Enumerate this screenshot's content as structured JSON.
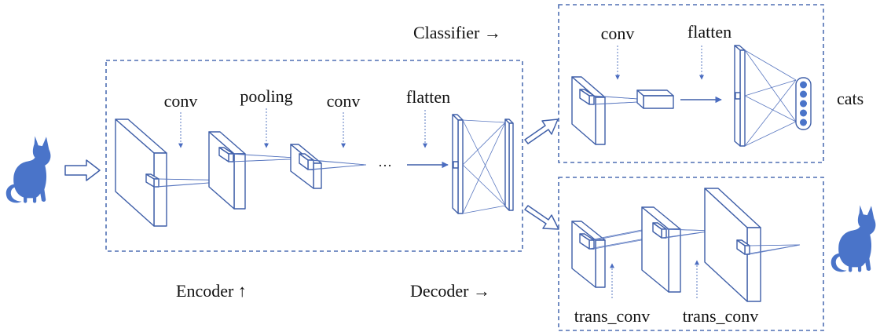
{
  "labels": {
    "classifier": "Classifier →",
    "encoder": "Encoder ↑",
    "decoder": "Decoder →",
    "enc_conv1": "conv",
    "enc_pooling": "pooling",
    "enc_conv2": "conv",
    "enc_flatten": "flatten",
    "ellipsis": "···",
    "cls_conv": "conv",
    "cls_flatten": "flatten",
    "cls_output": "cats",
    "dec_trans_conv1": "trans_conv",
    "dec_trans_conv2": "trans_conv"
  },
  "icons": {
    "input": "cat-icon",
    "output": "cat-icon"
  },
  "colors": {
    "accent": "#4a74c9",
    "stroke": "#3f5fa8"
  }
}
